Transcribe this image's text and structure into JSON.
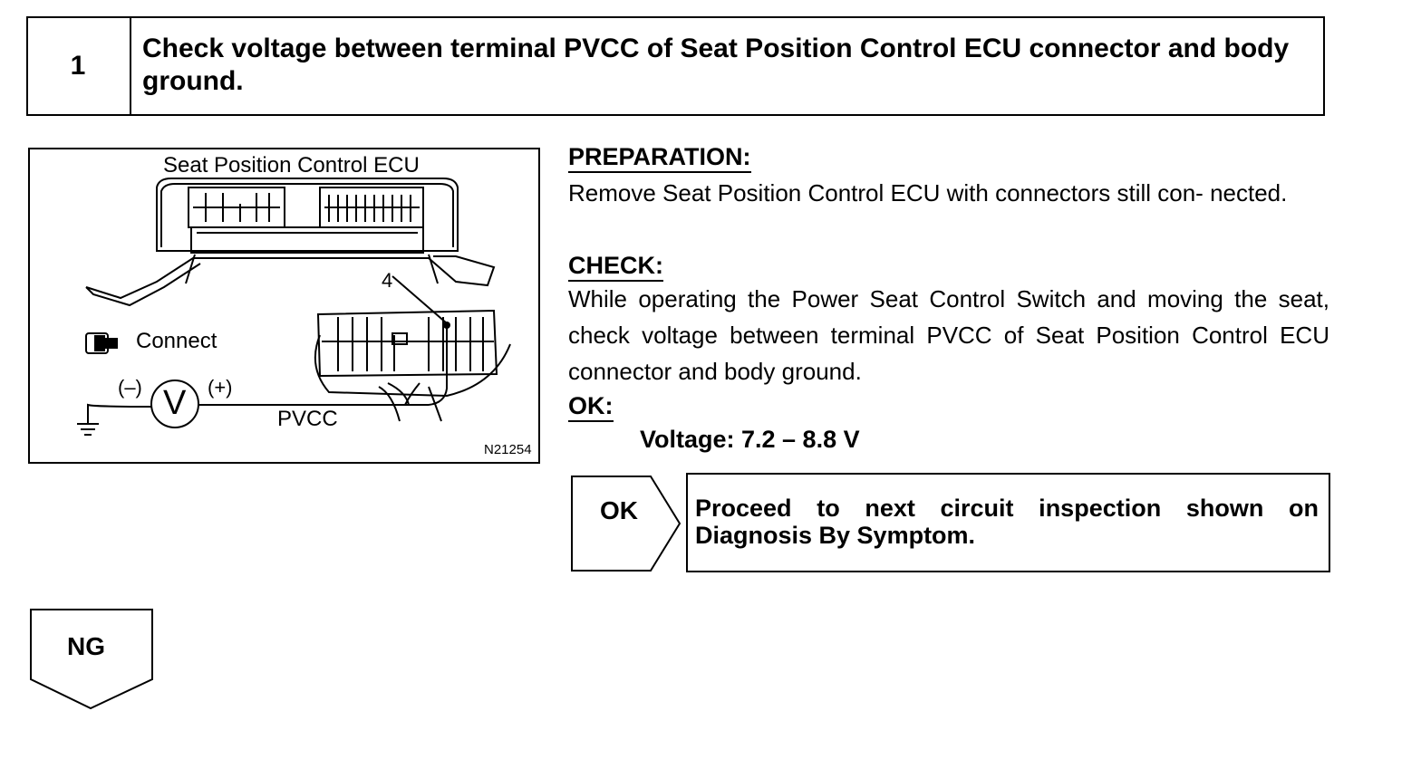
{
  "step": {
    "number": "1",
    "title": "Check voltage between terminal PVCC of Seat Position Control ECU connector and body ground."
  },
  "figure": {
    "title": "Seat Position Control ECU",
    "terminal_number": "4",
    "connect_label": "Connect",
    "minus_label": "(–)",
    "plus_label": "(+)",
    "meter_symbol": "V",
    "pvcc_label": "PVCC",
    "figure_code": "N21254",
    "icons": [
      "connector-icon",
      "voltmeter-icon",
      "ground-icon"
    ]
  },
  "preparation": {
    "heading": "PREPARATION:",
    "text": "Remove Seat Position Control ECU with connectors still con- nected."
  },
  "check": {
    "heading": "CHECK:",
    "text": "While operating the Power Seat Control Switch and moving the seat, check voltage between terminal PVCC of Seat Position Control ECU connector and body ground."
  },
  "ok": {
    "heading": "OK:",
    "value": "Voltage: 7.2 – 8.8 V"
  },
  "result_ok": {
    "label": "OK",
    "action": "Proceed to next circuit inspection shown on Diagnosis By Symptom."
  },
  "result_ng": {
    "label": "NG"
  }
}
